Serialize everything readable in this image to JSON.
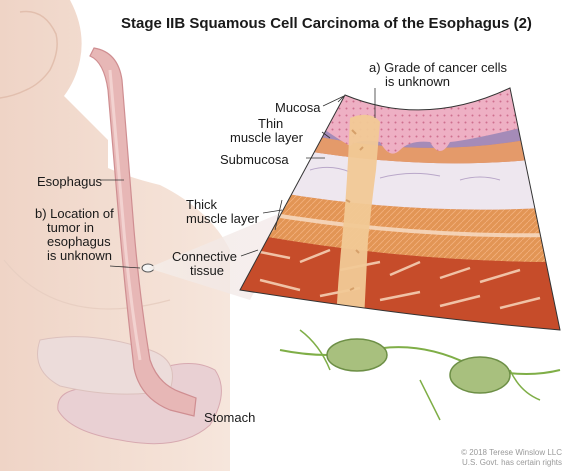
{
  "title": "Stage IIB Squamous Cell Carcinoma of the Esophagus (2)",
  "labels": {
    "grade_line1": "a) Grade of cancer cells",
    "grade_line2": "is unknown",
    "mucosa": "Mucosa",
    "thin_muscle_line1": "Thin",
    "thin_muscle_line2": "muscle layer",
    "submucosa": "Submucosa",
    "esophagus": "Esophagus",
    "location_line1": "b) Location of",
    "location_line2": "tumor in",
    "location_line3": "esophagus",
    "location_line4": "is unknown",
    "thick_muscle_line1": "Thick",
    "thick_muscle_line2": "muscle layer",
    "connective_line1": "Connective",
    "connective_line2": "tissue",
    "stomach": "Stomach"
  },
  "copyright": {
    "line1": "© 2018 Terese Winslow LLC",
    "line2": "U.S. Govt. has certain rights"
  }
}
